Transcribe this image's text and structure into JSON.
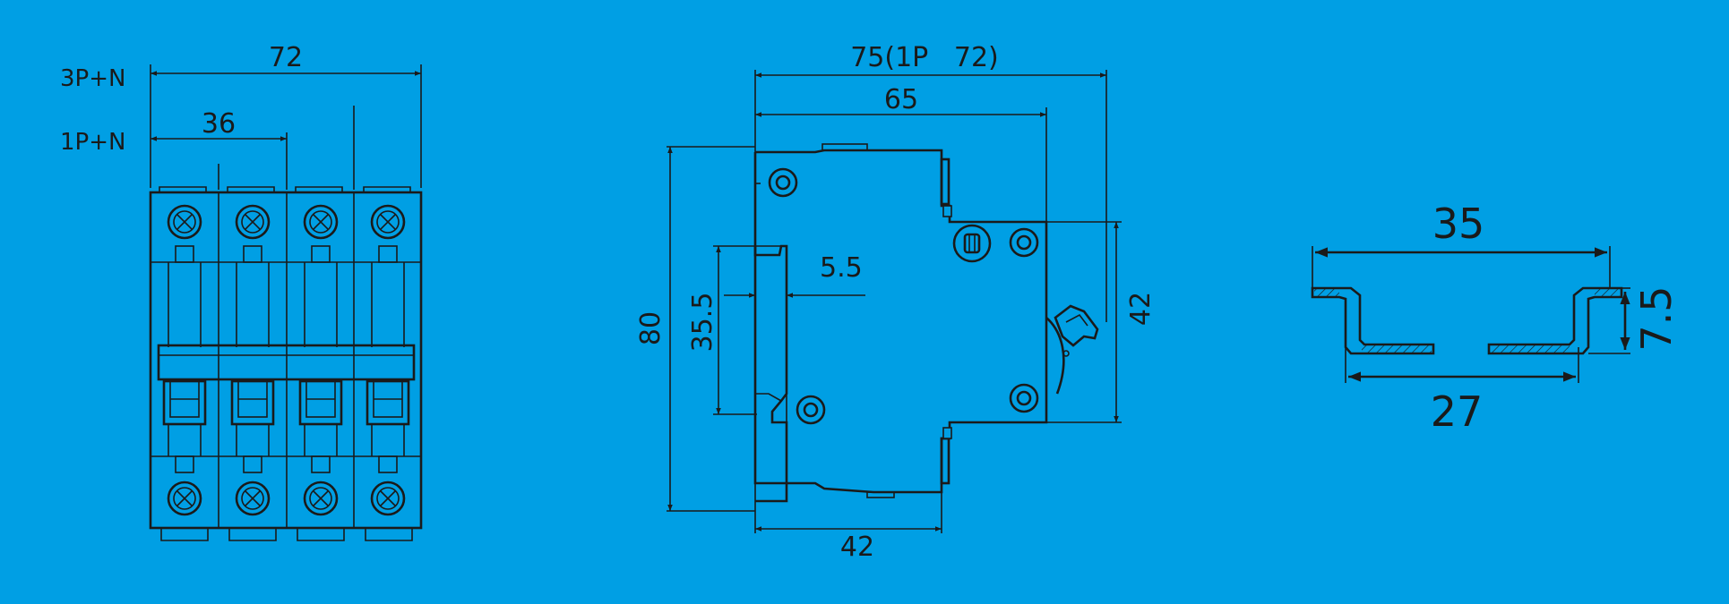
{
  "colors": {
    "background": "#009fe4",
    "ink": "#1a1a1a"
  },
  "front_view": {
    "label_3pn": "3P+N",
    "label_1pn": "1P+N",
    "dim_width_4pole": "72",
    "dim_width_2pole": "36"
  },
  "side_view": {
    "dim_depth": "75(1P   72)",
    "dim_depth_inner": "65",
    "dim_height": "80",
    "dim_rail_height": "35.5",
    "dim_offset": "5.5",
    "dim_front_height": "42",
    "dim_base_width": "42"
  },
  "din_rail": {
    "dim_top_width": "35",
    "dim_bottom_width": "27",
    "dim_height": "7.5"
  }
}
